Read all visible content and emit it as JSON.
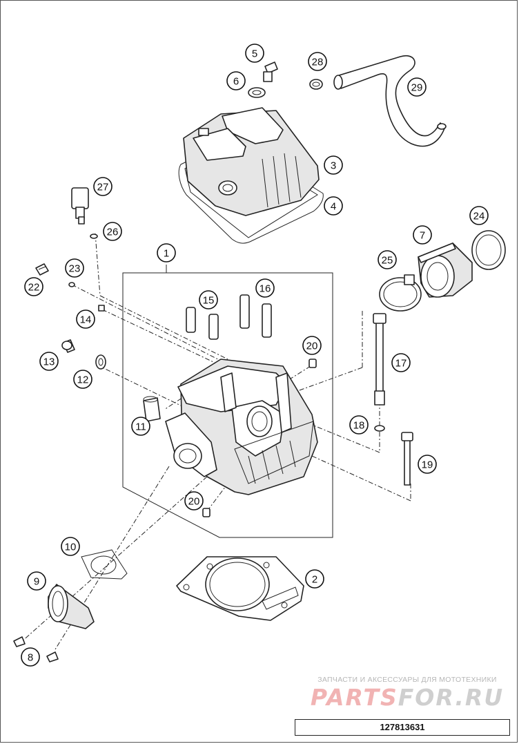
{
  "diagram": {
    "callouts": [
      "1",
      "2",
      "3",
      "4",
      "5",
      "6",
      "7",
      "8",
      "9",
      "10",
      "11",
      "12",
      "13",
      "14",
      "15",
      "16",
      "17",
      "18",
      "19",
      "20",
      "20",
      "22",
      "23",
      "24",
      "25",
      "26",
      "27",
      "28",
      "29"
    ]
  },
  "watermark": {
    "tagline": "ЗАПЧАСТИ И АКСЕССУАРЫ ДЛЯ МОТОТЕХНИКИ",
    "logo_part1": "PARTS",
    "logo_part2": "FOR.RU"
  },
  "drawing_number": "127813631"
}
